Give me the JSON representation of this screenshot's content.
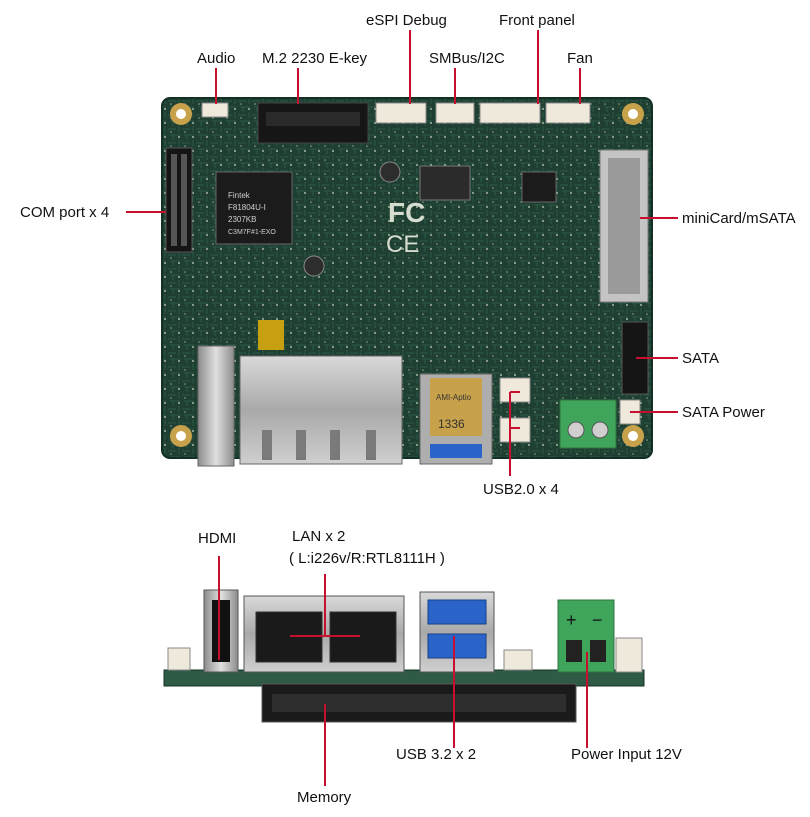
{
  "colors": {
    "leader_line": "#c8102e",
    "pcb_green": "#1f3f33",
    "pcb_trace": "#2e5a46",
    "silver": "#b9b9b9",
    "connector_white": "#efe9dc",
    "terminal_green": "#3fa55b",
    "usb_blue": "#2a64c8",
    "gold": "#c8a24a"
  },
  "top_view": {
    "labels": {
      "audio": "Audio",
      "m2": "M.2 2230 E-key",
      "espi": "eSPI Debug",
      "smbus": "SMBus/I2C",
      "front_panel": "Front panel",
      "fan": "Fan",
      "com": "COM port x 4",
      "minicard": "miniCard/mSATA",
      "sata": "SATA",
      "sata_power": "SATA Power",
      "usb20": "USB2.0 x 4"
    },
    "chip_marking": [
      "Fintek",
      "F81804U-I",
      "2307KB",
      "C3M7F#1-EXO"
    ],
    "ssd_marking": [
      "AMI-Aptio",
      "1336"
    ],
    "board_text": [
      "FC",
      "CE"
    ]
  },
  "side_view": {
    "labels": {
      "hdmi": "HDMI",
      "lan_line1": "LAN x 2",
      "lan_line2": "( L:i226v/R:RTL8111H )",
      "usb32": "USB 3.2 x 2",
      "power": "Power Input 12V",
      "memory": "Memory"
    },
    "terminal_polarity": [
      "+",
      "−"
    ]
  }
}
